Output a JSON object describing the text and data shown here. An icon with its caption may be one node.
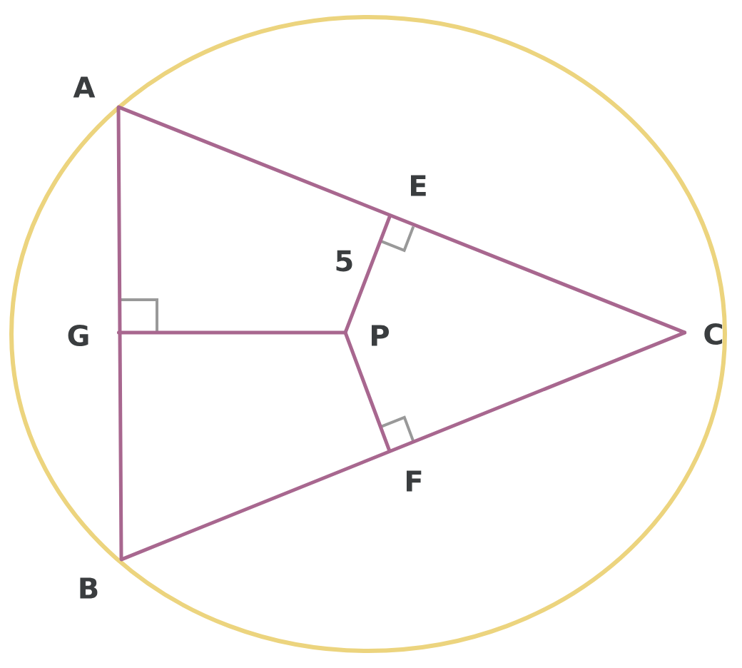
{
  "diagram": {
    "nodes": [
      {
        "text": [
          "A"
        ]
      },
      {
        "text": [
          "E"
        ]
      },
      {
        "text": [
          "G"
        ]
      },
      {
        "text": [
          "P"
        ]
      },
      {
        "text": [
          "C"
        ]
      },
      {
        "text": [
          "F"
        ]
      },
      {
        "text": [
          "B"
        ]
      }
    ],
    "edges": [
      {
        "from": 0,
        "to": 6,
        "arrow": "none"
      },
      {
        "from": 0,
        "to": 4,
        "arrow": "none"
      },
      {
        "from": 6,
        "to": 4,
        "arrow": "none"
      },
      {
        "from": 3,
        "to": 2,
        "arrow": "none"
      },
      {
        "from": 3,
        "to": 1,
        "arrow": "none",
        "label": "5"
      },
      {
        "from": 3,
        "to": 5,
        "arrow": "none"
      }
    ]
  }
}
